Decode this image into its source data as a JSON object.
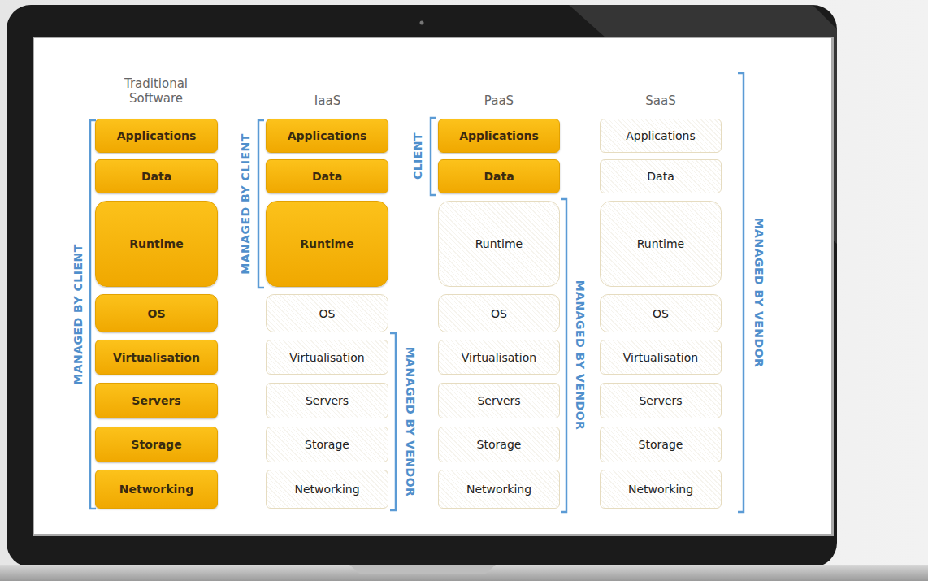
{
  "diagram": {
    "nodes": [
      {
        "text": [
          "Applications"
        ]
      },
      {
        "text": [
          "Data"
        ]
      },
      {
        "text": [
          "Runtime"
        ]
      },
      {
        "text": [
          "OS"
        ]
      },
      {
        "text": [
          "Virtualisation"
        ]
      },
      {
        "text": [
          "Servers"
        ]
      },
      {
        "text": [
          "Storage"
        ]
      },
      {
        "text": [
          "Networking"
        ]
      },
      {
        "text": [
          "Applications"
        ]
      },
      {
        "text": [
          "Data"
        ]
      },
      {
        "text": [
          "Runtime"
        ]
      },
      {
        "text": [
          "OS"
        ]
      },
      {
        "text": [
          "Virtualisation"
        ]
      },
      {
        "text": [
          "Servers"
        ]
      },
      {
        "text": [
          "Storage"
        ]
      },
      {
        "text": [
          "Networking"
        ]
      },
      {
        "text": [
          "Applications"
        ]
      },
      {
        "text": [
          "Data"
        ]
      },
      {
        "text": [
          "Runtime"
        ]
      },
      {
        "text": [
          "OS"
        ]
      },
      {
        "text": [
          "Virtualisation"
        ]
      },
      {
        "text": [
          "Servers"
        ]
      },
      {
        "text": [
          "Storage"
        ]
      },
      {
        "text": [
          "Networking"
        ]
      },
      {
        "text": [
          "Applications"
        ]
      },
      {
        "text": [
          "Data"
        ]
      },
      {
        "text": [
          "Runtime"
        ]
      },
      {
        "text": [
          "OS"
        ]
      },
      {
        "text": [
          "Virtualisation"
        ]
      },
      {
        "text": [
          "Servers"
        ]
      },
      {
        "text": [
          "Storage"
        ]
      },
      {
        "text": [
          "Networking"
        ]
      }
    ],
    "labels": [
      "Traditional Software",
      "IaaS",
      "PaaS",
      "SaaS",
      "MANAGED BY CLIENT",
      "MANAGED BY CLIENT",
      "MANAGED BY VENDOR",
      "CLIENT",
      "MANAGED BY VENDOR",
      "MANAGED BY VENDOR"
    ]
  }
}
